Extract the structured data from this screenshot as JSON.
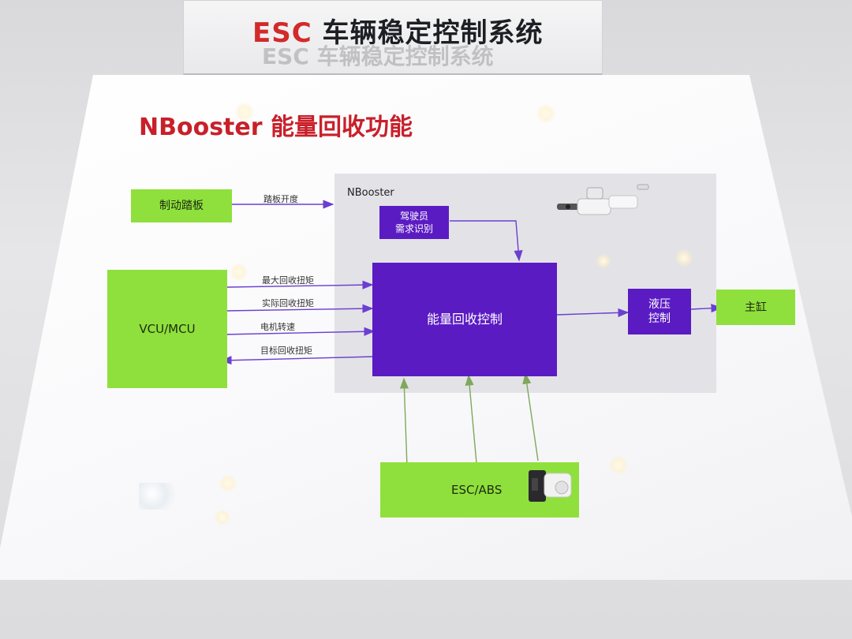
{
  "sign": {
    "title_accent": "ESC",
    "title_rest": " 车辆稳定控制系统"
  },
  "board": {
    "title": "NBooster 能量回收功能"
  },
  "diagram": {
    "region_label": "NBooster",
    "nodes": {
      "pedal": "制动踏板",
      "vcu": "VCU/MCU",
      "driver": "驾驶员\n需求识别",
      "energy": "能量回收控制",
      "hydraulic": "液压\n控制",
      "master": "主缸",
      "esc": "ESC/ABS"
    },
    "edges": {
      "pedal_opening": "踏板开度",
      "max_torque": "最大回收扭矩",
      "actual_torque": "实际回收扭矩",
      "motor_speed": "电机转速",
      "target_torque": "目标回收扭矩"
    },
    "colors": {
      "green": "#8fe03c",
      "purple": "#5b1bc3",
      "red": "#c8202a"
    }
  }
}
